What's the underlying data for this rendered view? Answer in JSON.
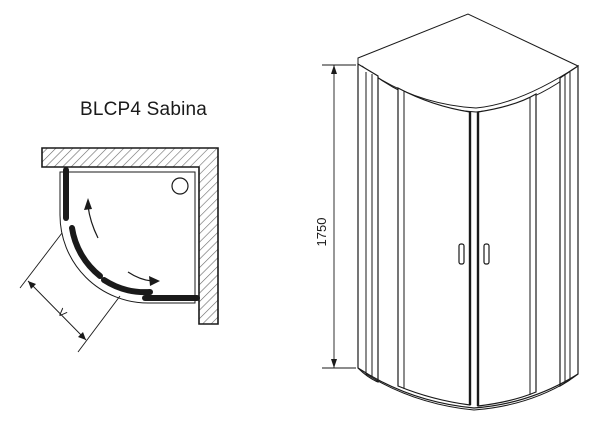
{
  "product": {
    "model_name": "BLCP4 Sabina"
  },
  "plan_view": {
    "dimension_label": "V"
  },
  "elevation_view": {
    "height_label": "1750"
  },
  "colors": {
    "line": "#1a1a1a",
    "wall_fill": "#cfcfcf",
    "background": "#ffffff"
  }
}
